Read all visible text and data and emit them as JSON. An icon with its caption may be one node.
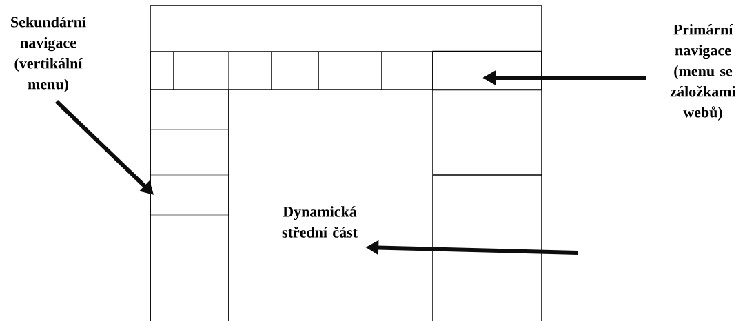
{
  "diagram": {
    "nodes": [
      {
        "text": [
          "Sekundární navigace (vertikální menu)"
        ]
      },
      {
        "text": [
          "Primární navigace (menu se záložkami webů)"
        ]
      },
      {
        "text": [],
        "shape": "box"
      },
      {
        "text": [],
        "shape": "box"
      },
      {
        "text": [
          "Dynamická střední část"
        ]
      }
    ],
    "edges": [
      {
        "from": 0,
        "to": 3,
        "arrow": "to"
      },
      {
        "from": 1,
        "to": 2,
        "arrow": "to"
      },
      {
        "from": null,
        "to": 4,
        "arrow": "to"
      }
    ]
  }
}
